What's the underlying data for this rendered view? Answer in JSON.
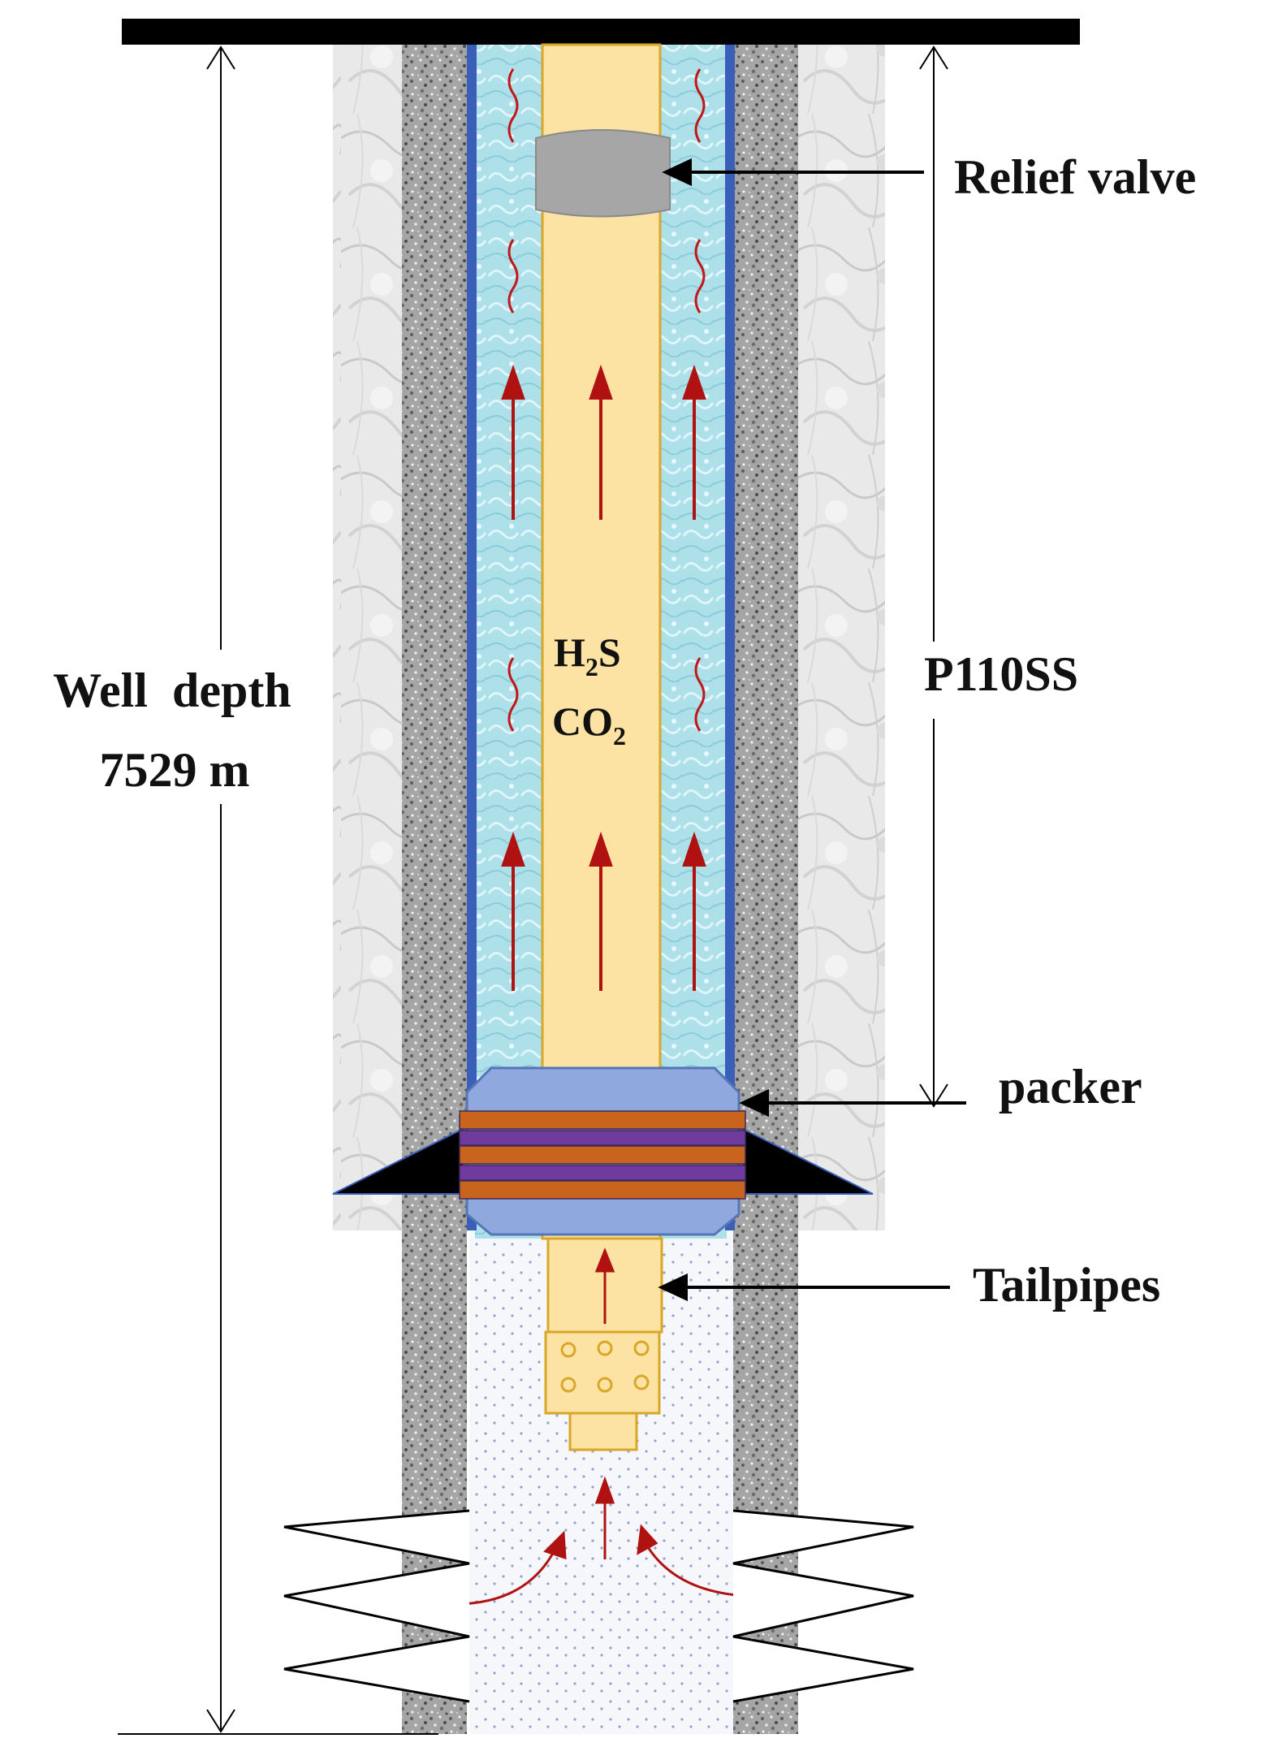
{
  "labels": {
    "relief_valve": "Relief valve",
    "casing_grade": "P110SS",
    "packer": "packer",
    "tailpipes": "Tailpipes",
    "well_depth_line1": "Well  depth",
    "well_depth_line2": "7529 m",
    "gas1_main": "H",
    "gas1_sub": "2",
    "gas1_end": "S",
    "gas2_main": "CO",
    "gas2_sub": "2"
  },
  "colors": {
    "formation": "#e7e7e7",
    "cement": "#8f8f8f",
    "casing": "#3a5fb8",
    "annulus_fluid": "#aee0ea",
    "tubing": "#fde3a3",
    "tubing_edge": "#d8a72a",
    "relief_valve": "#a6a6a6",
    "packer_body": "#8fa8de",
    "packer_rubber_orange": "#c8641e",
    "packer_rubber_purple": "#6f3b9e",
    "flow_arrow": "#b01212",
    "top_bar": "#000000"
  }
}
